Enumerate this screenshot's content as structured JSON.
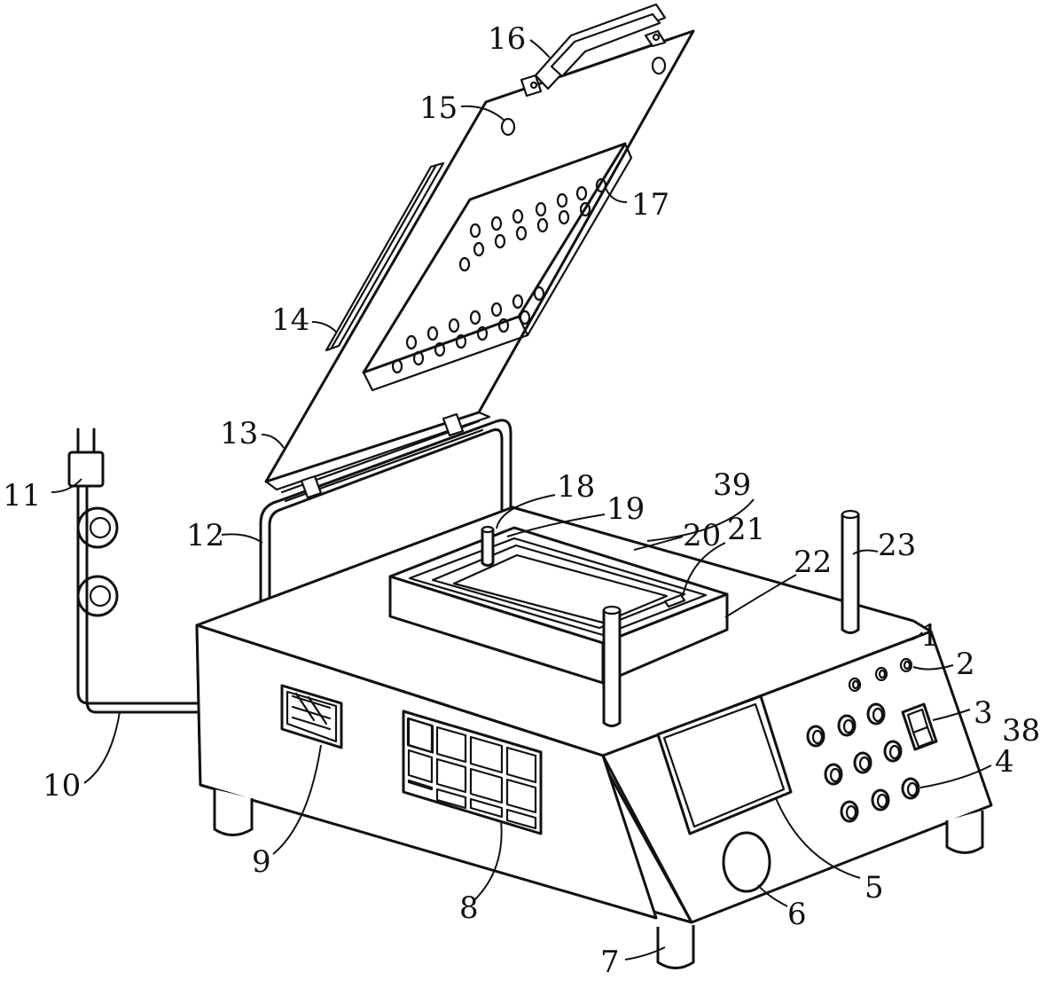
{
  "figure": {
    "callouts": [
      "1",
      "2",
      "3",
      "4",
      "5",
      "6",
      "7",
      "8",
      "9",
      "10",
      "11",
      "12",
      "13",
      "14",
      "15",
      "16",
      "17",
      "18",
      "19",
      "20",
      "21",
      "22",
      "23",
      "38",
      "39"
    ],
    "line_color": "#111111",
    "background": "#ffffff"
  }
}
